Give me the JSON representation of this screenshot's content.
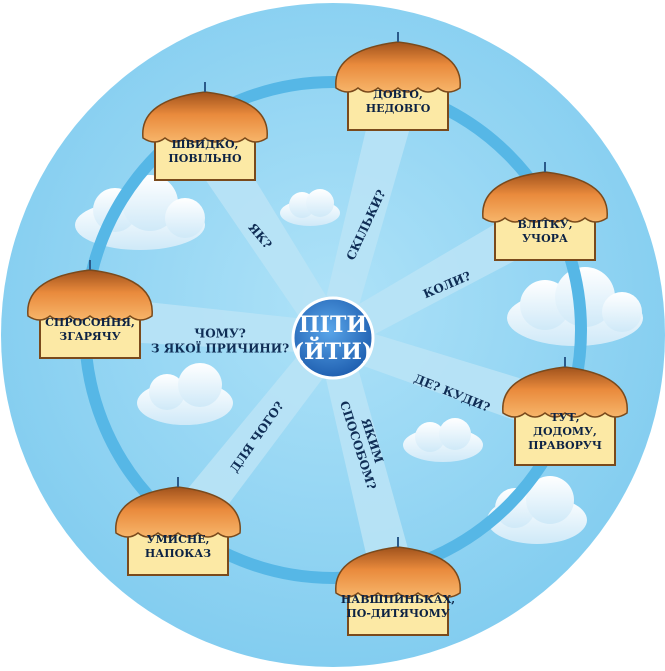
{
  "center": {
    "line1": "ПІТИ",
    "line2": "(ЙТИ)"
  },
  "colors": {
    "sky": "#8fd3f3",
    "ring": "#56b7e6",
    "spoke": "#b9e3f5",
    "hub": "#2b7fd0",
    "roof": "#e8893a",
    "wall": "#fce9a5"
  },
  "branches": [
    {
      "question": [
        "СКІЛЬКИ?"
      ],
      "answer": [
        "ДОВГО,",
        "НЕДОВГО"
      ]
    },
    {
      "question": [
        "КОЛИ?"
      ],
      "answer": [
        "ВЛІТКУ,",
        "УЧОРА"
      ]
    },
    {
      "question": [
        "ДЕ? КУДИ?"
      ],
      "answer": [
        "ТУТ,",
        "ДОДОМУ,",
        "ПРАВОРУЧ"
      ]
    },
    {
      "question": [
        "ЯКИМ",
        "СПОСОБОМ?"
      ],
      "answer": [
        "НАВШПИНЬКАХ,",
        "ПО-ДИТЯЧОМУ"
      ]
    },
    {
      "question": [
        "ДЛЯ ЧОГО?"
      ],
      "answer": [
        "УМИСНЕ,",
        "НАПОКАЗ"
      ]
    },
    {
      "question": [
        "ЧОМУ?",
        "З ЯКОЇ ПРИЧИНИ?"
      ],
      "answer": [
        "СПРОСОННЯ,",
        "ЗГАРЯЧУ"
      ]
    },
    {
      "question": [
        "ЯК?"
      ],
      "answer": [
        "ШВИДКО,",
        "ПОВІЛЬНО"
      ]
    }
  ]
}
